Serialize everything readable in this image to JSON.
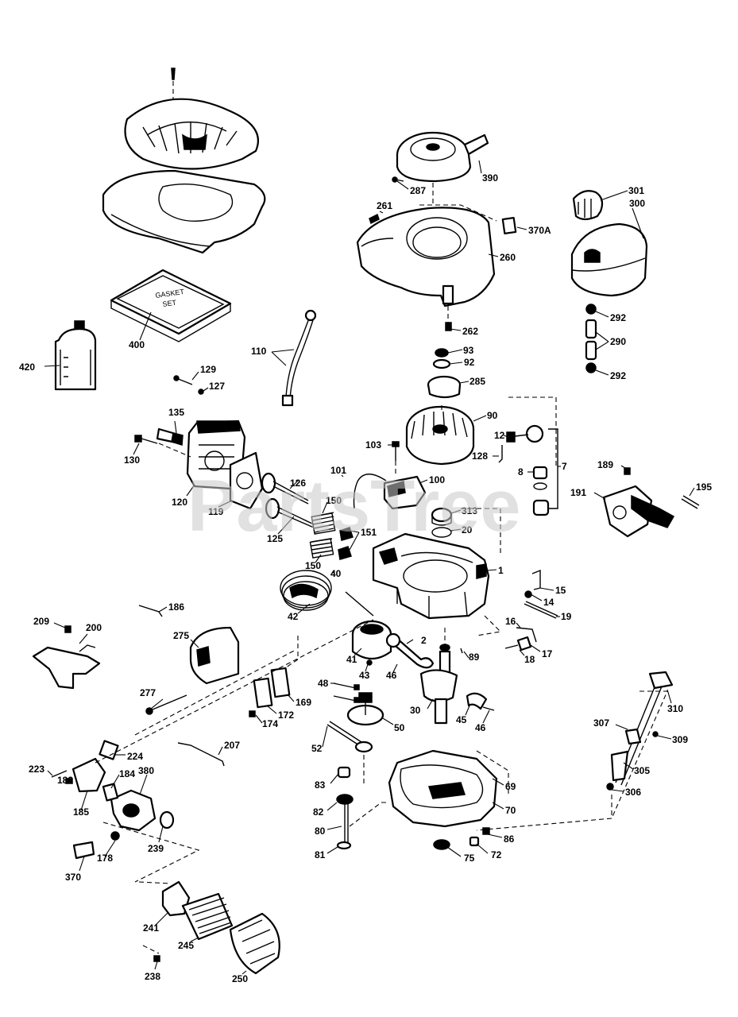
{
  "watermark": "PartsTree",
  "gasket_text": [
    "GASKET",
    "SET"
  ],
  "labels": [
    {
      "id": "1",
      "text": "1"
    },
    {
      "id": "2",
      "text": "2"
    },
    {
      "id": "7",
      "text": "7"
    },
    {
      "id": "8",
      "text": "8"
    },
    {
      "id": "12",
      "text": "12"
    },
    {
      "id": "14",
      "text": "14"
    },
    {
      "id": "15",
      "text": "15"
    },
    {
      "id": "16",
      "text": "16"
    },
    {
      "id": "17",
      "text": "17"
    },
    {
      "id": "18",
      "text": "18"
    },
    {
      "id": "19",
      "text": "19"
    },
    {
      "id": "20",
      "text": "20"
    },
    {
      "id": "30",
      "text": "30"
    },
    {
      "id": "40",
      "text": "40"
    },
    {
      "id": "41",
      "text": "41"
    },
    {
      "id": "42",
      "text": "42"
    },
    {
      "id": "43",
      "text": "43"
    },
    {
      "id": "45a",
      "text": "45"
    },
    {
      "id": "45b",
      "text": "45"
    },
    {
      "id": "46a",
      "text": "46"
    },
    {
      "id": "46b",
      "text": "46"
    },
    {
      "id": "48",
      "text": "48"
    },
    {
      "id": "50",
      "text": "50"
    },
    {
      "id": "52",
      "text": "52"
    },
    {
      "id": "69",
      "text": "69"
    },
    {
      "id": "70",
      "text": "70"
    },
    {
      "id": "72",
      "text": "72"
    },
    {
      "id": "75",
      "text": "75"
    },
    {
      "id": "80",
      "text": "80"
    },
    {
      "id": "81",
      "text": "81"
    },
    {
      "id": "82",
      "text": "82"
    },
    {
      "id": "83",
      "text": "83"
    },
    {
      "id": "86",
      "text": "86"
    },
    {
      "id": "89",
      "text": "89"
    },
    {
      "id": "90",
      "text": "90"
    },
    {
      "id": "92",
      "text": "92"
    },
    {
      "id": "93",
      "text": "93"
    },
    {
      "id": "100",
      "text": "100"
    },
    {
      "id": "101",
      "text": "101"
    },
    {
      "id": "103",
      "text": "103"
    },
    {
      "id": "110",
      "text": "110"
    },
    {
      "id": "119",
      "text": "119"
    },
    {
      "id": "120",
      "text": "120"
    },
    {
      "id": "125",
      "text": "125"
    },
    {
      "id": "126",
      "text": "126"
    },
    {
      "id": "127",
      "text": "127"
    },
    {
      "id": "128",
      "text": "128"
    },
    {
      "id": "129",
      "text": "129"
    },
    {
      "id": "130",
      "text": "130"
    },
    {
      "id": "135",
      "text": "135"
    },
    {
      "id": "150a",
      "text": "150"
    },
    {
      "id": "150b",
      "text": "150"
    },
    {
      "id": "151",
      "text": "151"
    },
    {
      "id": "169",
      "text": "169"
    },
    {
      "id": "172",
      "text": "172"
    },
    {
      "id": "174",
      "text": "174"
    },
    {
      "id": "178",
      "text": "178"
    },
    {
      "id": "182",
      "text": "182"
    },
    {
      "id": "184",
      "text": "184"
    },
    {
      "id": "185",
      "text": "185"
    },
    {
      "id": "186",
      "text": "186"
    },
    {
      "id": "189",
      "text": "189"
    },
    {
      "id": "191",
      "text": "191"
    },
    {
      "id": "195",
      "text": "195"
    },
    {
      "id": "200",
      "text": "200"
    },
    {
      "id": "207",
      "text": "207"
    },
    {
      "id": "209",
      "text": "209"
    },
    {
      "id": "223",
      "text": "223"
    },
    {
      "id": "224",
      "text": "224"
    },
    {
      "id": "238",
      "text": "238"
    },
    {
      "id": "239",
      "text": "239"
    },
    {
      "id": "241",
      "text": "241"
    },
    {
      "id": "245",
      "text": "245"
    },
    {
      "id": "250",
      "text": "250"
    },
    {
      "id": "260",
      "text": "260"
    },
    {
      "id": "261",
      "text": "261"
    },
    {
      "id": "262",
      "text": "262"
    },
    {
      "id": "275",
      "text": "275"
    },
    {
      "id": "277",
      "text": "277"
    },
    {
      "id": "285",
      "text": "285"
    },
    {
      "id": "287",
      "text": "287"
    },
    {
      "id": "290",
      "text": "290"
    },
    {
      "id": "292a",
      "text": "292"
    },
    {
      "id": "292b",
      "text": "292"
    },
    {
      "id": "300",
      "text": "300"
    },
    {
      "id": "301",
      "text": "301"
    },
    {
      "id": "305",
      "text": "305"
    },
    {
      "id": "306",
      "text": "306"
    },
    {
      "id": "307",
      "text": "307"
    },
    {
      "id": "309",
      "text": "309"
    },
    {
      "id": "310",
      "text": "310"
    },
    {
      "id": "313",
      "text": "313"
    },
    {
      "id": "370",
      "text": "370"
    },
    {
      "id": "370A",
      "text": "370A"
    },
    {
      "id": "380",
      "text": "380"
    },
    {
      "id": "390",
      "text": "390"
    },
    {
      "id": "400",
      "text": "400"
    },
    {
      "id": "420",
      "text": "420"
    }
  ]
}
